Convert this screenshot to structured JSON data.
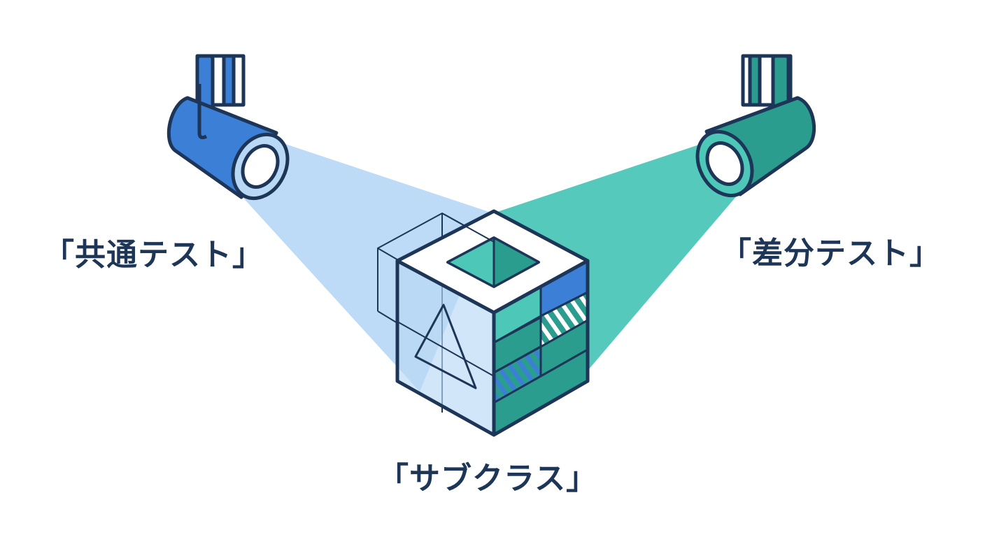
{
  "labels": {
    "common_test": "「共通テスト」",
    "diff_test": "「差分テスト」",
    "subclass": "「サブクラス」"
  },
  "colors": {
    "outline": "#1d3557",
    "blue": "#3b7fd6",
    "blue_light": "#b9d8f5",
    "teal": "#2a9d8f",
    "teal_light": "#4cc7b8",
    "text": "#1d3557"
  },
  "icons": {
    "left_light": "spotlight-icon",
    "right_light": "spotlight-icon",
    "center": "cube-icon"
  }
}
